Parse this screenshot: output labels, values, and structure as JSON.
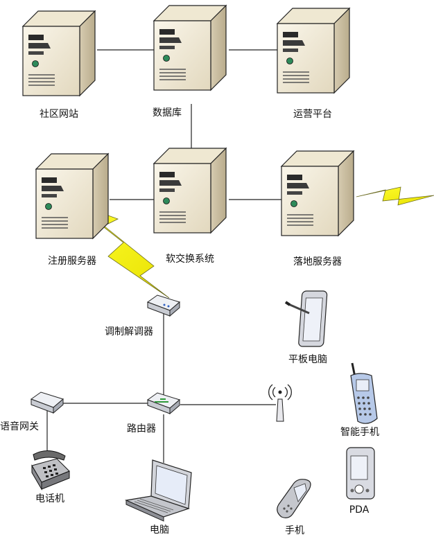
{
  "nodes": {
    "community_site": "社区网站",
    "database": "数据库",
    "ops_platform": "运营平台",
    "register_server": "注册服务器",
    "softswitch": "软交换系统",
    "landing_server": "落地服务器",
    "modem": "调制解调器",
    "tablet": "平板电脑",
    "voice_gateway": "语音网关",
    "router": "路由器",
    "smartphone": "智能手机",
    "telephone": "电话机",
    "pda": "PDA",
    "laptop": "电脑",
    "mobile_phone": "手机"
  },
  "colors": {
    "server_front": "#f3eddc",
    "server_side": "#d8ceb4",
    "server_top": "#ece4cc",
    "lightning": "#f5f50a",
    "link": "#222222"
  }
}
